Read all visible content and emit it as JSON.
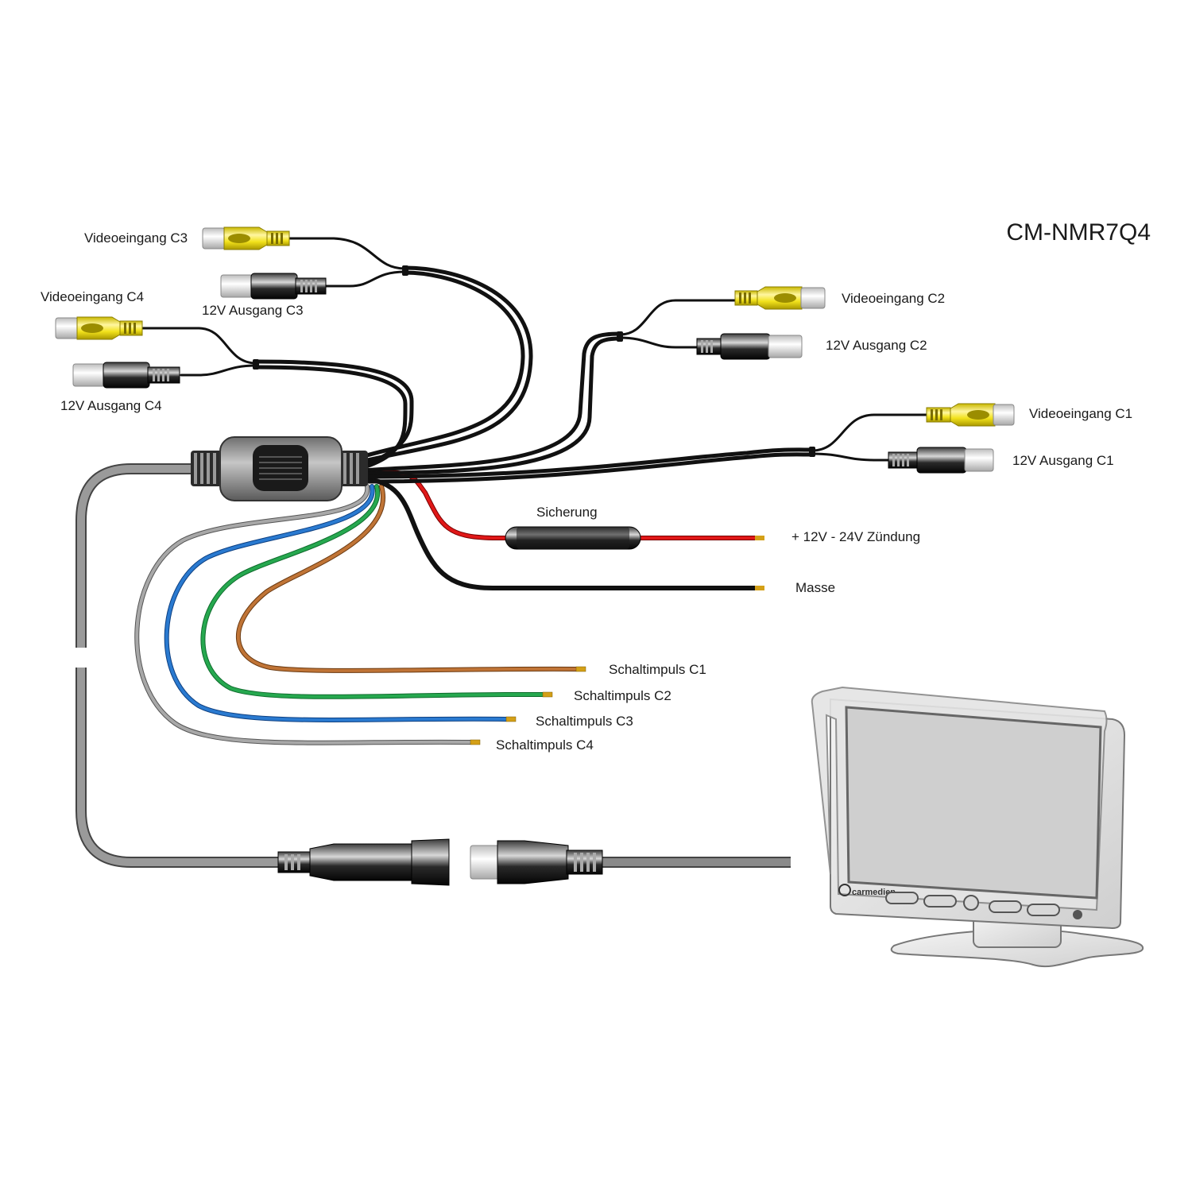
{
  "title": "CM-NMR7Q4",
  "labels": {
    "video_c3": "Videoeingang C3",
    "power_c3": "12V Ausgang C3",
    "video_c4": "Videoeingang C4",
    "power_c4": "12V Ausgang C4",
    "video_c2": "Videoeingang C2",
    "power_c2": "12V Ausgang C2",
    "video_c1": "Videoeingang C1",
    "power_c1": "12V Ausgang C1",
    "fuse": "Sicherung",
    "ignition": "+ 12V - 24V Zündung",
    "ground": "Masse",
    "trigger_c1": "Schaltimpuls C1",
    "trigger_c2": "Schaltimpuls C2",
    "trigger_c3": "Schaltimpuls C3",
    "trigger_c4": "Schaltimpuls C4"
  },
  "monitor": {
    "brand": "carmedien"
  },
  "colors": {
    "rca_yellow": "#f2e21c",
    "wire_black": "#111111",
    "wire_red": "#e01818",
    "wire_brown": "#b86a2e",
    "wire_green": "#22a04a",
    "wire_blue": "#1f6fc4",
    "wire_gray": "#9a9a9a",
    "main_cable": "#8a8a8a",
    "hub_gray": "#8c8c8c"
  }
}
